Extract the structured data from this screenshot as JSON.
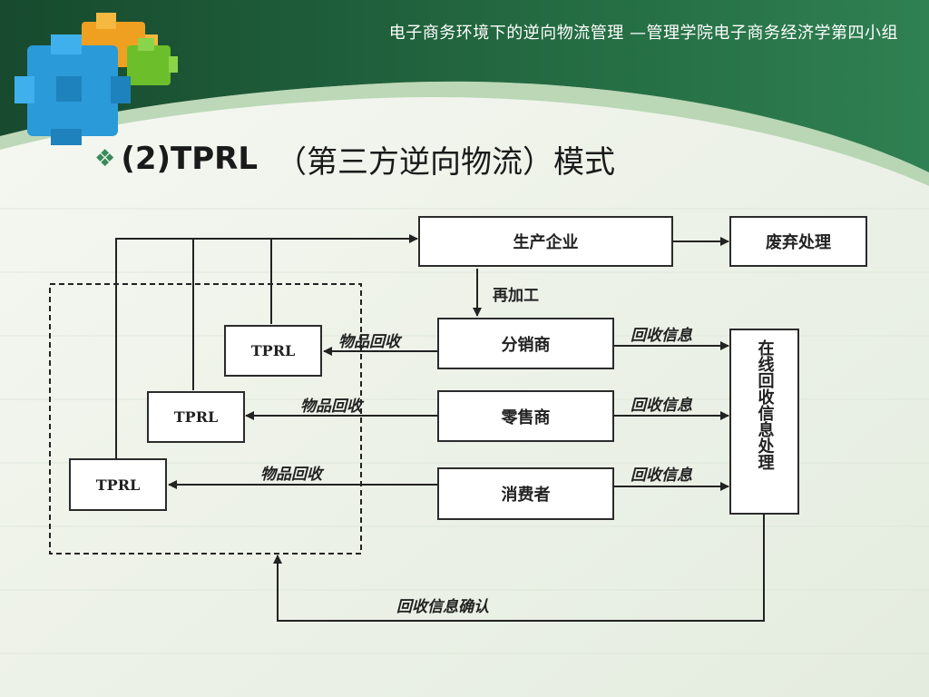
{
  "header": {
    "title": "电子商务环境下的逆向物流管理 —管理学院电子商务经济学第四小组"
  },
  "heading": {
    "bullet": "❖",
    "main": "(2)TPRL",
    "sub": "（第三方逆向物流）模式"
  },
  "diagram": {
    "producer": "生产企业",
    "disposal": "废弃处理",
    "reprocess": "再加工",
    "distributor": "分销商",
    "retailer": "零售商",
    "consumer": "消费者",
    "online_info": "在线回收信息处理",
    "tprl_1": "TPRL",
    "tprl_2": "TPRL",
    "tprl_3": "TPRL",
    "goods_return_1": "物品回收",
    "goods_return_2": "物品回收",
    "goods_return_3": "物品回收",
    "recycle_info_1": "回收信息",
    "recycle_info_2": "回收信息",
    "recycle_info_3": "回收信息",
    "confirm": "回收信息确认"
  },
  "colors": {
    "header_dark": "#1f5c3a",
    "header_mid": "#2f7d50",
    "accent_blue": "#2a9ad8",
    "accent_orange": "#f0a020",
    "accent_green": "#6cbf2a"
  }
}
